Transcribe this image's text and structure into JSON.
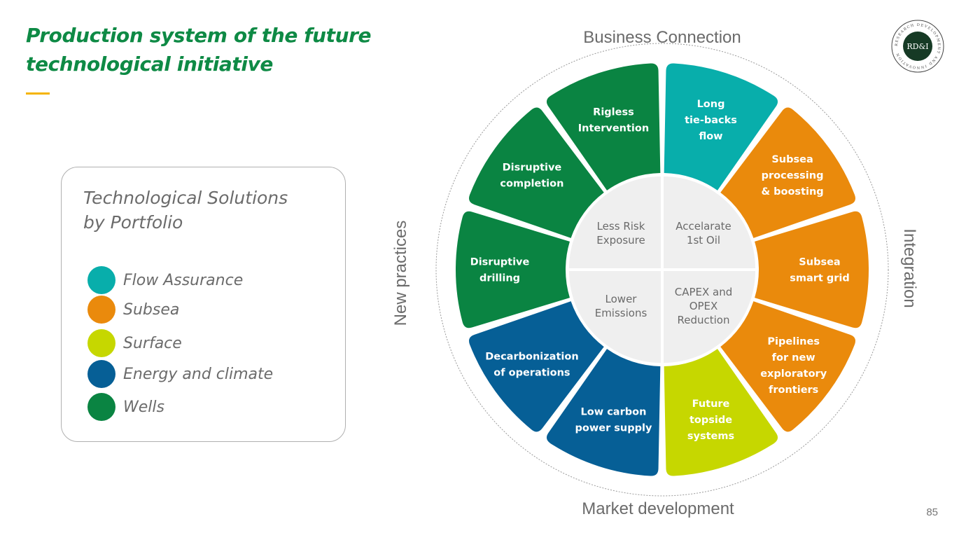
{
  "slide": {
    "title_line1": "Production system of the future",
    "title_line2": "technological initiative",
    "page_number": "85"
  },
  "logo": {
    "text": "RD&I",
    "ring_text": "RESEARCH DEVELOPMENT AND INNOVATION"
  },
  "legend": {
    "heading_line1": "Technological Solutions",
    "heading_line2": "by Portfolio",
    "items": [
      {
        "label": "Flow Assurance",
        "color": "#08aeab"
      },
      {
        "label": "Subsea",
        "color": "#ea8a0c"
      },
      {
        "label": "Surface",
        "color": "#c6d700"
      },
      {
        "label": "Energy and climate",
        "color": "#065f96"
      },
      {
        "label": "Wells",
        "color": "#0a8442"
      }
    ]
  },
  "outer_labels": {
    "top": "Business Connection",
    "right": "Integration",
    "bottom": "Market development",
    "left": "New practices"
  },
  "center": [
    {
      "lines": [
        "Less Risk",
        "Exposure"
      ]
    },
    {
      "lines": [
        "Accelarate",
        "1st Oil"
      ]
    },
    {
      "lines": [
        "CAPEX and",
        "OPEX",
        "Reduction"
      ]
    },
    {
      "lines": [
        "Lower",
        "Emissions"
      ]
    }
  ],
  "petals": [
    {
      "lines": [
        "Long",
        "tie-backs",
        "flow"
      ],
      "color": "#08aeab",
      "portfolio": "Flow Assurance"
    },
    {
      "lines": [
        "Subsea",
        "processing",
        "& boosting"
      ],
      "color": "#ea8a0c",
      "portfolio": "Subsea"
    },
    {
      "lines": [
        "Subsea",
        "smart grid"
      ],
      "color": "#ea8a0c",
      "portfolio": "Subsea"
    },
    {
      "lines": [
        "Pipelines",
        "for new",
        "exploratory",
        "frontiers"
      ],
      "color": "#ea8a0c",
      "portfolio": "Subsea"
    },
    {
      "lines": [
        "Future",
        "topside",
        "systems"
      ],
      "color": "#c6d700",
      "portfolio": "Surface"
    },
    {
      "lines": [
        "Low carbon",
        "power supply"
      ],
      "color": "#065f96",
      "portfolio": "Energy and climate"
    },
    {
      "lines": [
        "Decarbonization",
        "of operations"
      ],
      "color": "#065f96",
      "portfolio": "Energy and climate"
    },
    {
      "lines": [
        "Disruptive",
        "drilling"
      ],
      "color": "#0a8442",
      "portfolio": "Wells"
    },
    {
      "lines": [
        "Disruptive",
        "completion"
      ],
      "color": "#0a8442",
      "portfolio": "Wells"
    },
    {
      "lines": [
        "Rigless",
        "Intervention"
      ],
      "color": "#0a8442",
      "portfolio": "Wells"
    }
  ],
  "colors": {
    "title": "#0e8a45",
    "accent": "#f5b400",
    "center_fill": "#efefef",
    "center_text": "#6a6a6a",
    "gray_text": "#6b6b6b"
  }
}
